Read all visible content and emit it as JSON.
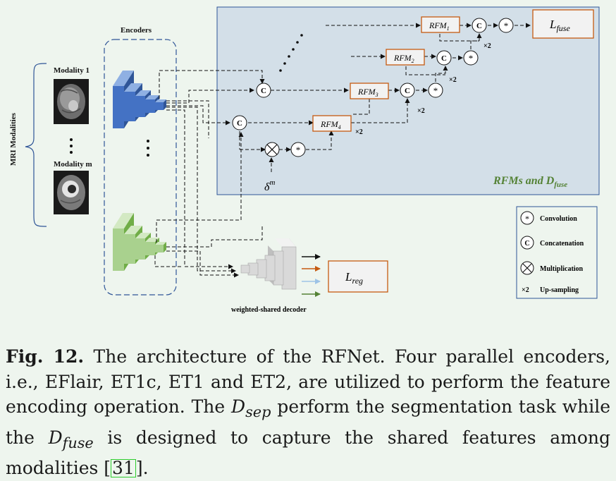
{
  "diagram": {
    "encoders_title": "Encoders",
    "mri_label": "MRI Modalities",
    "modality_1": "Modality 1",
    "modality_m": "Modality m",
    "rfms": [
      "RFM",
      "RFM",
      "RFM",
      "RFM"
    ],
    "rfm_subs": [
      "1",
      "2",
      "3",
      "4"
    ],
    "up_sampling_marks": [
      "×2",
      "×2",
      "×2",
      "×2"
    ],
    "l_fuse_main": "L",
    "l_fuse_sub": "fuse",
    "l_reg_main": "L",
    "l_reg_sub": "reg",
    "delta_main": "δ",
    "delta_sup": "m",
    "panel_title_main": "RFMs and D",
    "panel_title_sub": "fuse",
    "decoder_label": "weighted-shared decoder",
    "concat_symbol": "C",
    "conv_symbol": "*",
    "legend": {
      "convolution": "Convolution",
      "concatenation": "Concatenation",
      "multiplication": "Multiplication",
      "upsampling_symbol": "×2",
      "upsampling": "Up-sampling"
    },
    "colors": {
      "panel": "#d3dfe8",
      "encoder_blue": "#4472c4",
      "encoder_green": "#a9d18e",
      "rfm_border": "#c55a11",
      "panel_title": "#548235",
      "arrow_orange": "#c55a11",
      "arrow_blue": "#9dc3e6",
      "arrow_green": "#548235"
    }
  },
  "caption": {
    "label": "Fig. 12.",
    "text_1": " The architecture of the RFNet. Four parallel encoders, i.e., EFlair, ET1c, ET1 and ET2, are utilized to perform the feature encoding operation. The ",
    "d_sep_main": "D",
    "d_sep_sub": "sep",
    "text_2": " perform the segmentation task while the ",
    "d_fuse_main": "D",
    "d_fuse_sub": "fuse",
    "text_3": " is designed to capture the shared features among modalities ",
    "ref_open": "[",
    "ref_num": "31",
    "ref_close": "]."
  }
}
